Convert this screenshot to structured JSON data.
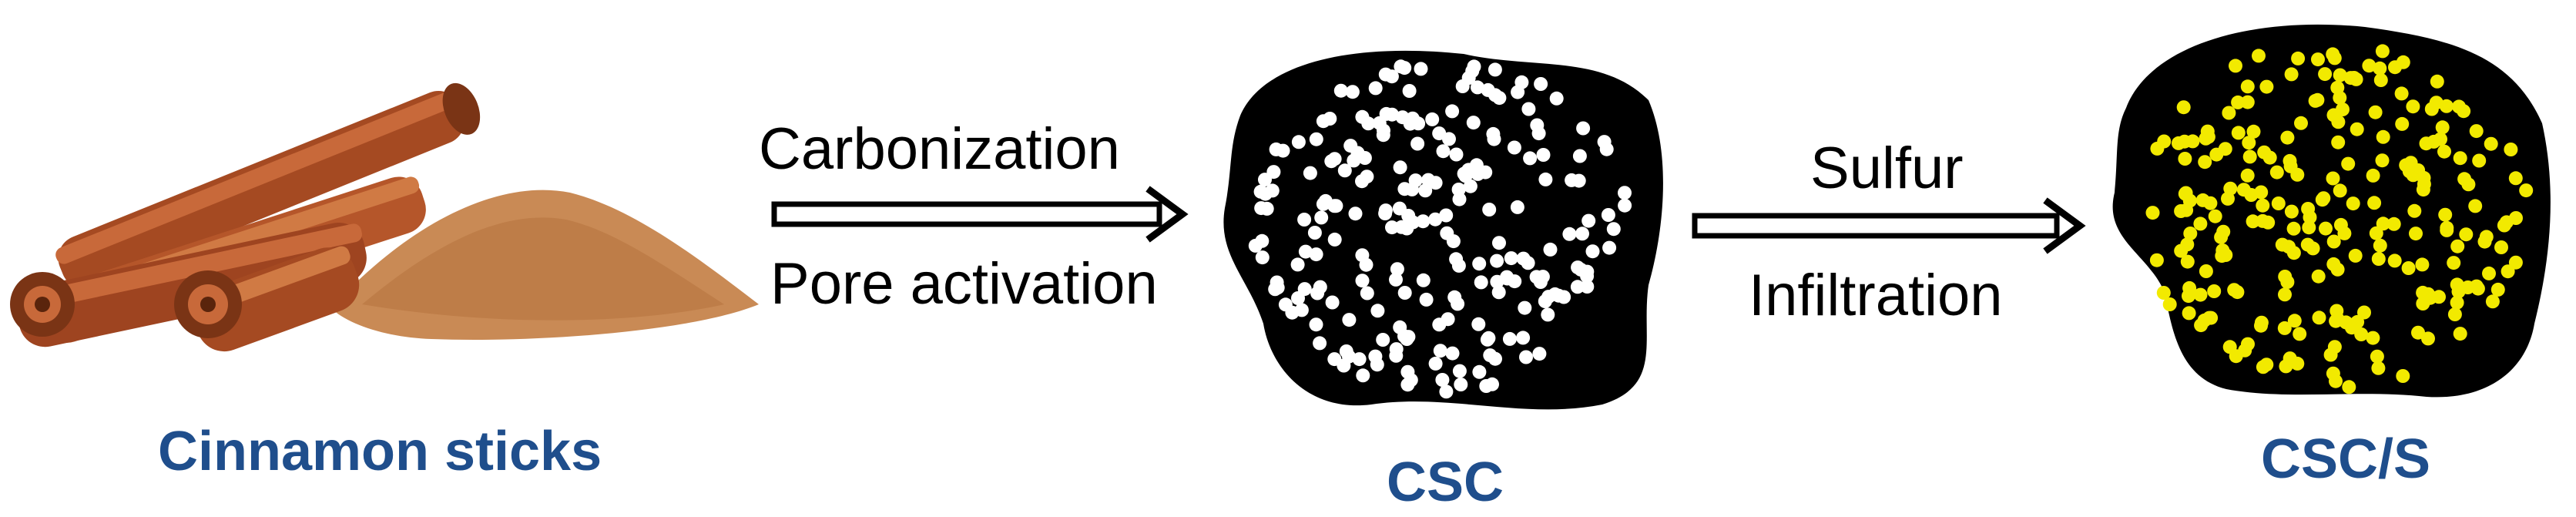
{
  "stages": {
    "raw_label": "Cinnamon sticks",
    "carbon_label": "CSC",
    "composite_label": "CSC/S"
  },
  "steps": {
    "step1_line1": "Carbonization",
    "step1_line2": "Pore activation",
    "step2_line1": "Sulfur",
    "step2_line2": "Infiltration"
  },
  "colors": {
    "label_blue": "#1f4e8c",
    "pore_white": "#ffffff",
    "sulfur_yellow": "#f2ea00",
    "carbon_black": "#000000",
    "cinnamon_brown": "#b5562a",
    "powder_tan": "#c98a55"
  }
}
